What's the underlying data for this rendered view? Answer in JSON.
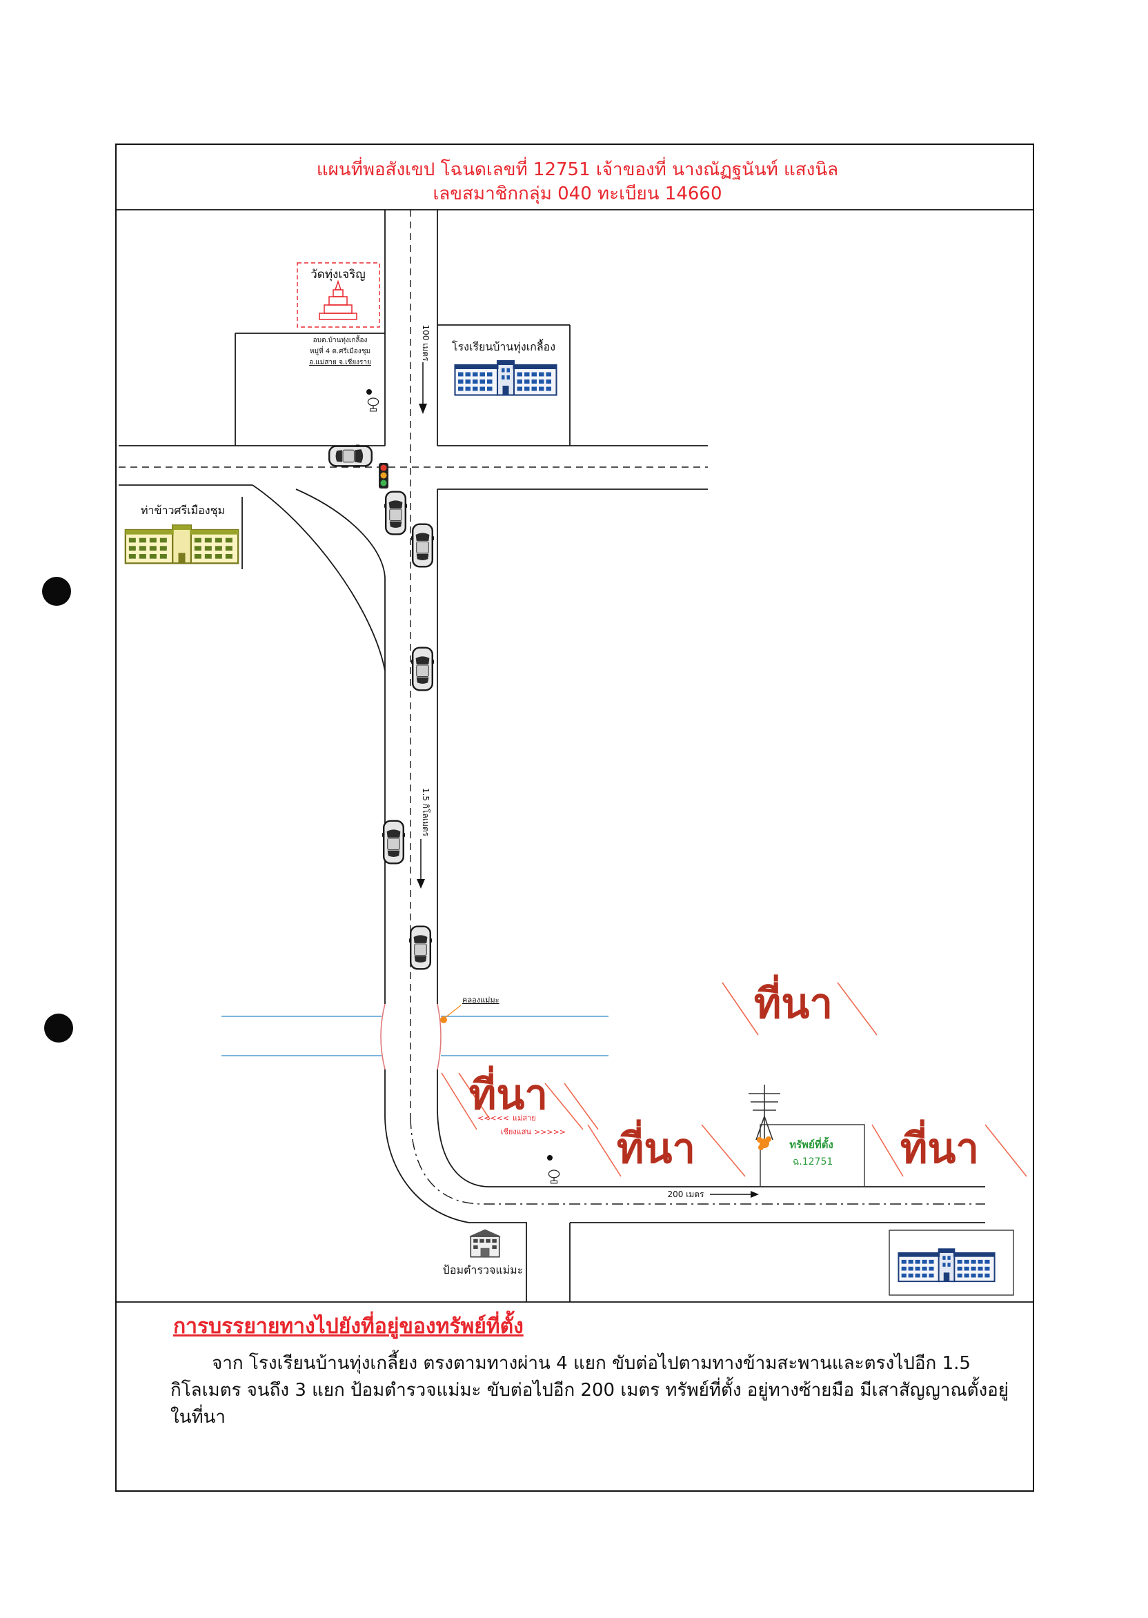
{
  "document": {
    "title_line1": "แผนที่พอสังเขป โฉนดเลขที่ 12751 เจ้าของที่ นางณัฏฐนันท์ แสงนิล",
    "title_line2": "เลขสมาชิกกลุ่ม 040 ทะเบียน 14660"
  },
  "map": {
    "temple_label": "วัดทุ่งเจริญ",
    "office_label_lines": [
      "อบต.บ้านทุ่งเกลื้อง",
      "หมู่ที่ 4 ต.ศรีเมืองชุม",
      "อ.แม่สาย จ.เชียงราย"
    ],
    "school_label": "โรงเรียนบ้านทุ่งเกลื้อง",
    "rice_mill_label": "ท่าข้าวศรีเมืองชุม",
    "distance_north": "100 เมตร",
    "distance_main_road": "1.5 กิโลเมตร",
    "distance_to_property": "200 เมตร",
    "canal_label": "คลองแม่มะ",
    "field_labels": [
      "ที่นา",
      "ที่นา",
      "ที่นา",
      "ที่นา"
    ],
    "direction_sign": {
      "left_arrows": "<<<<<",
      "left_destination": "แม่สาย",
      "right_destination": "เชียงแสน",
      "right_arrows": ">>>>>"
    },
    "property": {
      "label": "ทรัพย์ที่ตั้ง",
      "deed_number": "ฉ.12751"
    },
    "police_box_label": "ป้อมตำรวจแม่มะ",
    "icons": [
      "temple-icon",
      "school-building-icon",
      "rice-mill-building-icon",
      "car-icon",
      "traffic-light-icon",
      "satellite-dish-icon",
      "signal-pole-icon",
      "police-box-icon",
      "building-icon"
    ]
  },
  "description": {
    "heading": "การบรรยายทางไปยังที่อยู่ของทรัพย์ที่ตั้ง",
    "lines": [
      "จาก โรงเรียนบ้านทุ่งเกลี้ยง ตรงตามทางผ่าน 4 แยก ขับต่อไปตามทางข้ามสะพานและตรงไปอีก 1.5",
      "กิโลเมตร จนถึง 3 แยก ป้อมตำรวจแม่มะ ขับต่อไปอีก 200 เมตร ทรัพย์ที่ตั้ง อยู่ทางซ้ายมือ มีเสาสัญญาณตั้งอยู่",
      "ในที่นา"
    ]
  },
  "colors": {
    "title_red": "#e8262d",
    "field_label_red": "#b5301f",
    "field_hatch": "#f06a50",
    "water_blue": "#6aa9d8",
    "property_green": "#2a9a3a",
    "marker_orange": "#f28a1c",
    "building_blue": "#1c3d7a",
    "building_yellow": "#9aa42a"
  }
}
